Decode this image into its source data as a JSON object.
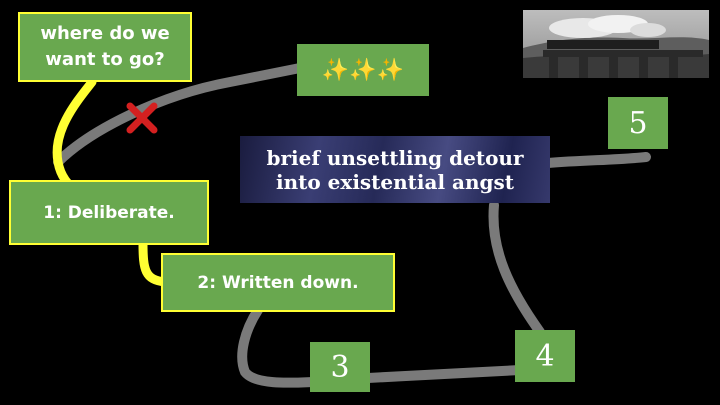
{
  "diagram": {
    "start_label": "where do we want to go?",
    "sparkles": "✨✨✨",
    "step1": "1: Deliberate.",
    "step2": "2: Written down.",
    "step3": "3",
    "step4": "4",
    "step5": "5",
    "detour_line1": "brief unsettling detour",
    "detour_line2": "into  existential angst"
  },
  "colors": {
    "box_green": "#69a84f",
    "highlight_yellow": "#ffff33",
    "path_gray": "#7a7a7a",
    "cross_red": "#d42020"
  },
  "icons": {
    "cross": "red-x-icon",
    "photo": "steam-train-photo"
  }
}
